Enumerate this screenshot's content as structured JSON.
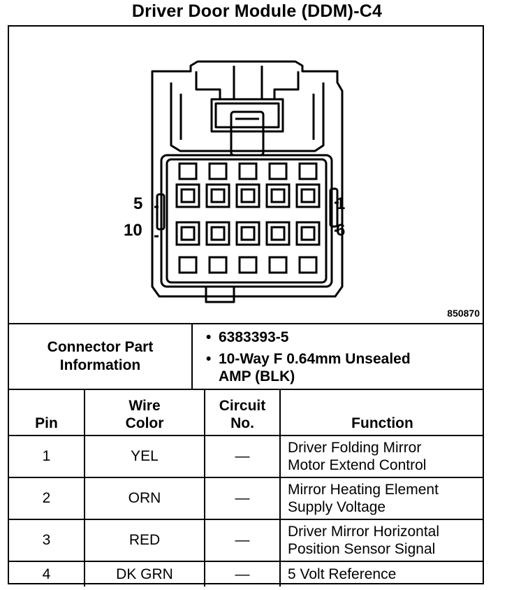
{
  "title": "Driver Door Module (DDM)-C4",
  "drawing_id": "850870",
  "pin_labels": {
    "top_left": "5",
    "bottom_left": "10",
    "top_right": "1",
    "bottom_right": "6"
  },
  "connector_info": {
    "label_line1": "Connector Part",
    "label_line2": "Information",
    "part_number": "6383393-5",
    "description_line1": "10-Way F 0.64mm Unsealed",
    "description_line2": "AMP (BLK)"
  },
  "table": {
    "headers": {
      "pin": "Pin",
      "wire_line1": "Wire",
      "wire_line2": "Color",
      "circuit_line1": "Circuit",
      "circuit_line2": "No.",
      "function": "Function"
    },
    "rows": [
      {
        "pin": "1",
        "wire": "YEL",
        "circuit": "—",
        "func_line1": "Driver Folding Mirror",
        "func_line2": "Motor Extend Control"
      },
      {
        "pin": "2",
        "wire": "ORN",
        "circuit": "—",
        "func_line1": "Mirror Heating Element",
        "func_line2": "Supply Voltage"
      },
      {
        "pin": "3",
        "wire": "RED",
        "circuit": "—",
        "func_line1": "Driver Mirror Horizontal",
        "func_line2": "Position Sensor Signal"
      },
      {
        "pin": "4",
        "wire": "DK GRN",
        "circuit": "—",
        "func_line1": "5 Volt Reference",
        "func_line2": ""
      }
    ]
  }
}
